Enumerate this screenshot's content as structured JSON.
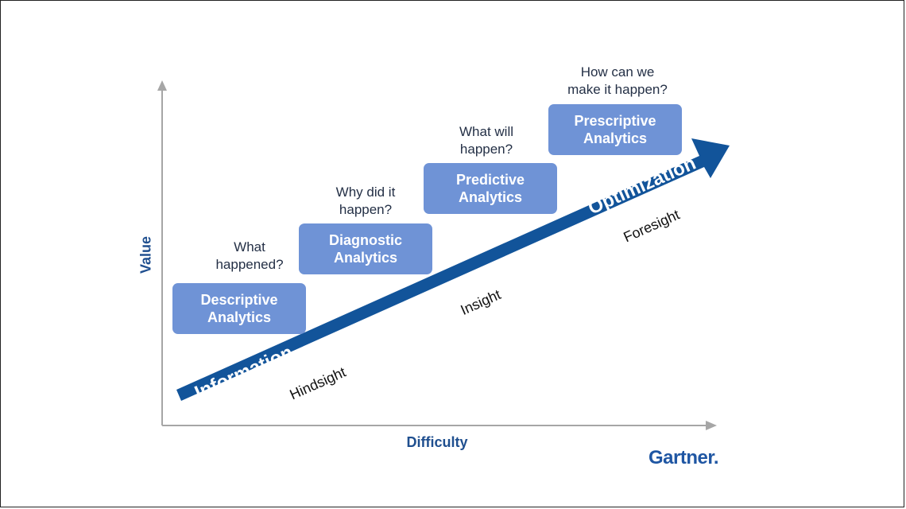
{
  "axes": {
    "y_label": "Value",
    "x_label": "Difficulty"
  },
  "stages": [
    {
      "question_line1": "What",
      "question_line2": "happened?",
      "title_line1": "Descriptive",
      "title_line2": "Analytics"
    },
    {
      "question_line1": "Why did it",
      "question_line2": "happen?",
      "title_line1": "Diagnostic",
      "title_line2": "Analytics"
    },
    {
      "question_line1": "What will",
      "question_line2": "happen?",
      "title_line1": "Predictive",
      "title_line2": "Analytics"
    },
    {
      "question_line1": "How can we",
      "question_line2": "make it happen?",
      "title_line1": "Prescriptive",
      "title_line2": "Analytics"
    }
  ],
  "arrow": {
    "start_label": "Information",
    "end_label": "Optimization"
  },
  "sight_labels": [
    "Hindsight",
    "Insight",
    "Foresight"
  ],
  "logo": "Gartner.",
  "colors": {
    "box": "#6f93d6",
    "arrow": "#12549a",
    "axis_text": "#1f4f8f",
    "axis_line": "#a6a6a6"
  }
}
